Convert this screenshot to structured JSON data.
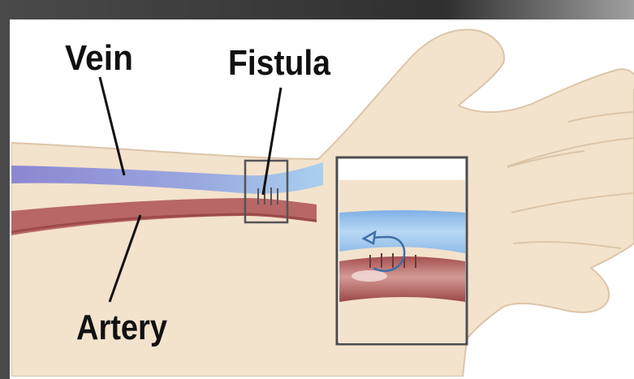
{
  "labels": {
    "vein": "Vein",
    "fistula": "Fistula",
    "artery": "Artery"
  },
  "colors": {
    "frame": "#3a3a3a",
    "background": "#ffffff",
    "skin": "#f2dfc8",
    "skin_outline": "#d9c1a4",
    "vein": "#8d93d8",
    "vein_light": "#a9c8ea",
    "artery": "#b56060",
    "artery_dark": "#9c4a4a",
    "callout_border": "#4d4d4d"
  },
  "icons": {
    "flow": "curved-arrow-icon"
  }
}
